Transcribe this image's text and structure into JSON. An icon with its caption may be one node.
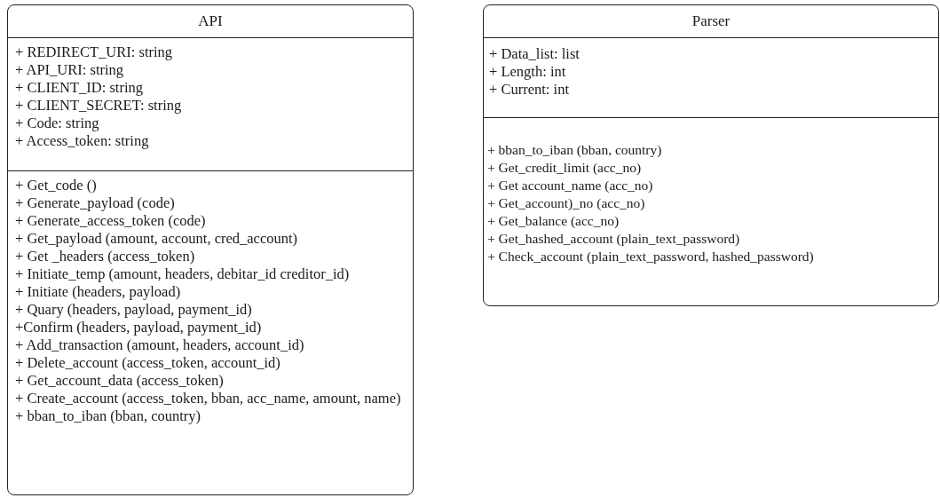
{
  "diagram": {
    "nodes": [
      {
        "text": [
          "API"
        ]
      },
      {
        "text": [
          "+ REDIRECT_URI: string",
          "+ API_URI: string",
          "+ CLIENT_ID: string",
          "+ CLIENT_SECRET: string",
          "+ Code: string",
          "+ Access_token: string"
        ],
        "in": 0
      },
      {
        "text": [
          "+ Get_code ()",
          "+ Generate_payload (code)",
          "+ Generate_access_token (code)",
          "+ Get_payload (amount, account, cred_account)",
          "+ Get _headers (access_token)",
          "+ Initiate_temp (amount, headers, debitar_id creditor_id)",
          "+ Initiate (headers, payload)",
          "+ Quary (headers, payload, payment_id)",
          "+Confirm (headers, payload, payment_id)",
          "+ Add_transaction (amount, headers, account_id)",
          "+ Delete_account (access_token, account_id)",
          "+ Get_account_data (access_token)",
          "+ Create_account (access_token, bban, acc_name, amount, name)",
          "+ bban_to_iban (bban, country)"
        ],
        "in": 0
      },
      {
        "text": [
          "Parser"
        ]
      },
      {
        "text": [
          "+ Data_list: list",
          "+ Length: int",
          "+ Current: int"
        ],
        "in": 3
      },
      {
        "text": [
          "+ bban_to_iban (bban, country)",
          "+ Get_credit_limit (acc_no)",
          "+ Get account_name (acc_no)",
          "+ Get_account)_no (acc_no)",
          "+ Get_balance (acc_no)",
          "+ Get_hashed_account (plain_text_password)",
          "+ Check_account (plain_text_password, hashed_password)"
        ],
        "in": 3
      }
    ]
  }
}
